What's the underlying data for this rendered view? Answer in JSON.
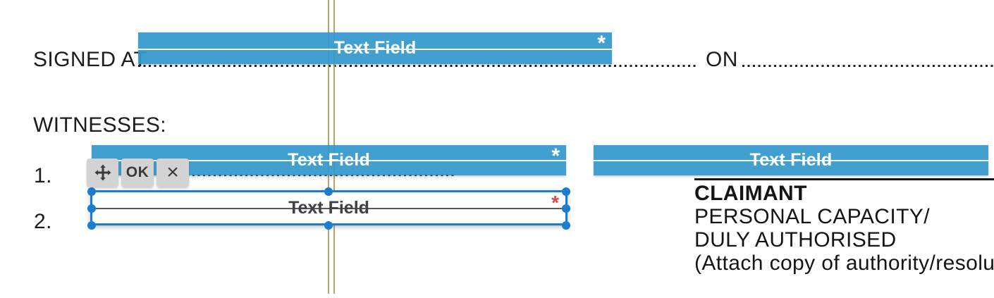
{
  "document": {
    "signed_at_label": "SIGNED AT",
    "on_label": "ON",
    "witnesses_label": "WITNESSES:",
    "item1_number": "1.",
    "item2_number": "2.",
    "claimant_block": {
      "line1": "CLAIMANT",
      "line2": "PERSONAL CAPACITY/",
      "line3": "DULY AUTHORISED",
      "line4": "(Attach copy of authority/resolution)"
    }
  },
  "fields": {
    "signed_at": {
      "label": "Text Field",
      "required_marker": "*"
    },
    "witness1": {
      "label": "Text Field",
      "required_marker": "*"
    },
    "witness2_selected": {
      "label": "Text Field",
      "required_marker": "*"
    },
    "claimant": {
      "label": "Text Field"
    }
  },
  "toolbar": {
    "move_icon": "move-handle-icon",
    "ok_label": "OK",
    "close_label": "×"
  },
  "colors": {
    "field_overlay_blue": "#3499ce",
    "selection_blue": "#1b7dd0",
    "required_red": "#e0484d",
    "guide_tan": "#b19f59",
    "toolbar_gray": "#d3d3d3",
    "text_black": "#1a1a1a"
  }
}
